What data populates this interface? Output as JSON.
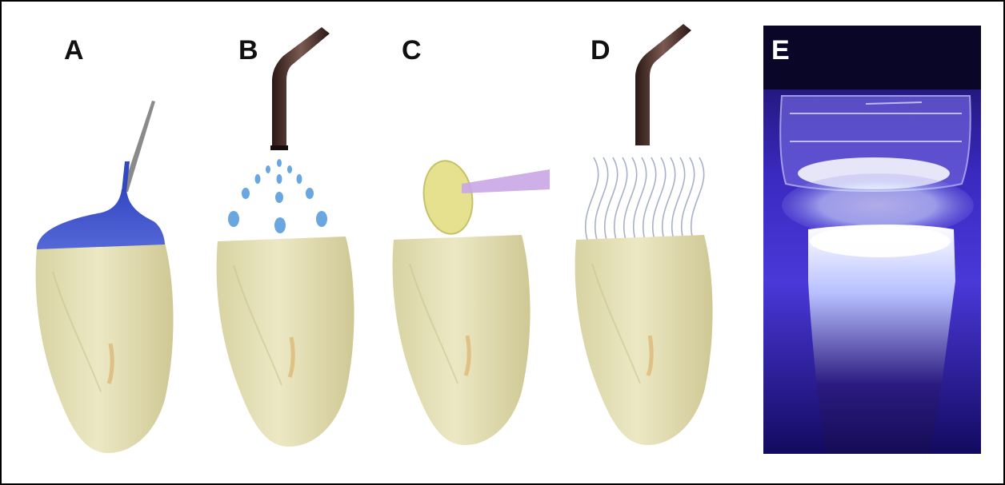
{
  "figure": {
    "panels": [
      {
        "id": "A",
        "label": "A"
      },
      {
        "id": "B",
        "label": "B"
      },
      {
        "id": "C",
        "label": "C"
      },
      {
        "id": "D",
        "label": "D"
      },
      {
        "id": "E",
        "label": "E"
      }
    ],
    "colors": {
      "tooth": "#e6e2b8",
      "tooth_shade": "#cfc896",
      "gel": "#3f57c8",
      "water": "#6aa6e0",
      "nozzle": "#3a2420",
      "brush": "#d9d57a",
      "brush_handle": "#b48bd6",
      "air": "#a8b0c8",
      "uv_bg": "#1a1070",
      "uv_glow": "#f2f6ff"
    }
  }
}
